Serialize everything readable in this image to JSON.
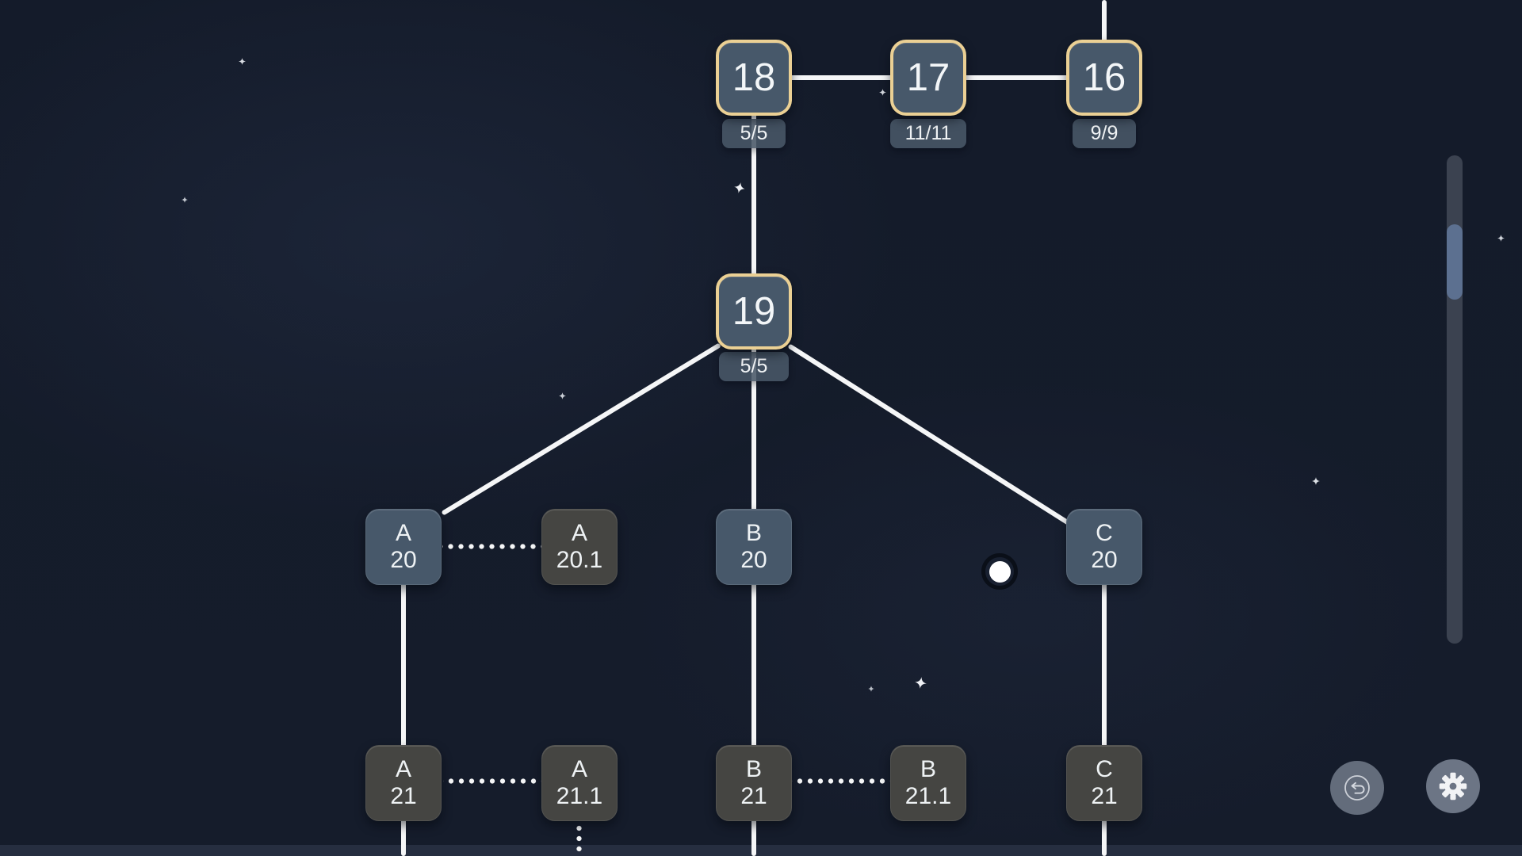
{
  "map": {
    "top_nodes": [
      {
        "label": "18",
        "progress": "5/5"
      },
      {
        "label": "17",
        "progress": "11/11"
      },
      {
        "label": "16",
        "progress": "9/9"
      }
    ],
    "mid_node": {
      "label": "19",
      "progress": "5/5"
    },
    "level_nodes": [
      {
        "letter": "A",
        "number": "20",
        "state": "unlocked"
      },
      {
        "letter": "A",
        "number": "20.1",
        "state": "locked"
      },
      {
        "letter": "B",
        "number": "20",
        "state": "unlocked"
      },
      {
        "letter": "C",
        "number": "20",
        "state": "unlocked"
      },
      {
        "letter": "A",
        "number": "21",
        "state": "locked"
      },
      {
        "letter": "A",
        "number": "21.1",
        "state": "locked"
      },
      {
        "letter": "B",
        "number": "21",
        "state": "locked"
      },
      {
        "letter": "B",
        "number": "21.1",
        "state": "locked"
      },
      {
        "letter": "C",
        "number": "21",
        "state": "locked"
      }
    ],
    "player_marker": "current-position-dot"
  },
  "controls": {
    "undo_icon": "undo-arrow-icon",
    "settings_icon": "gear-icon"
  },
  "colors": {
    "background": "#151c2b",
    "node_blue": "#47586a",
    "node_dark": "#454542",
    "gold_border": "#ebd094",
    "line": "#f5f6f7",
    "badge": "#495868",
    "scroll_thumb": "#5c7090"
  }
}
